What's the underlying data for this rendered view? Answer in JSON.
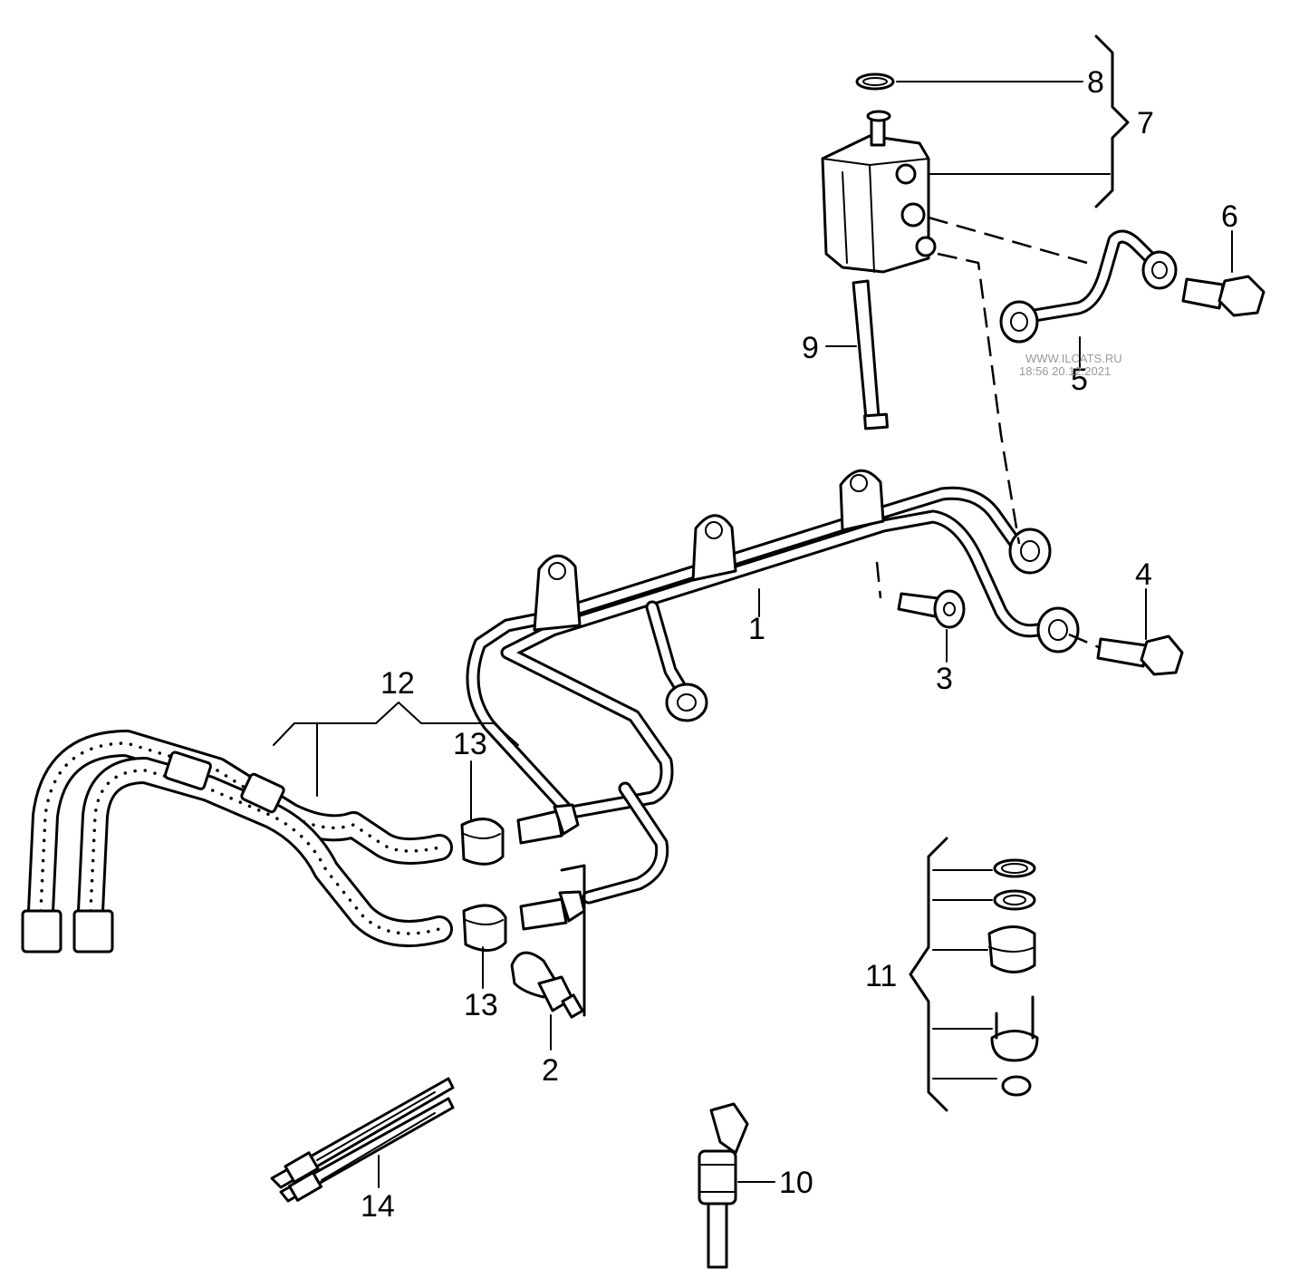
{
  "callouts": {
    "c1": "1",
    "c2": "2",
    "c3": "3",
    "c4": "4",
    "c5": "5",
    "c6": "6",
    "c7": "7",
    "c8": "8",
    "c9": "9",
    "c10": "10",
    "c11": "11",
    "c12": "12",
    "c13a": "13",
    "c13b": "13",
    "c14": "14"
  },
  "watermark": {
    "line1": "WWW.ILCATS.RU",
    "line2": "18:56 20.12.2021"
  }
}
